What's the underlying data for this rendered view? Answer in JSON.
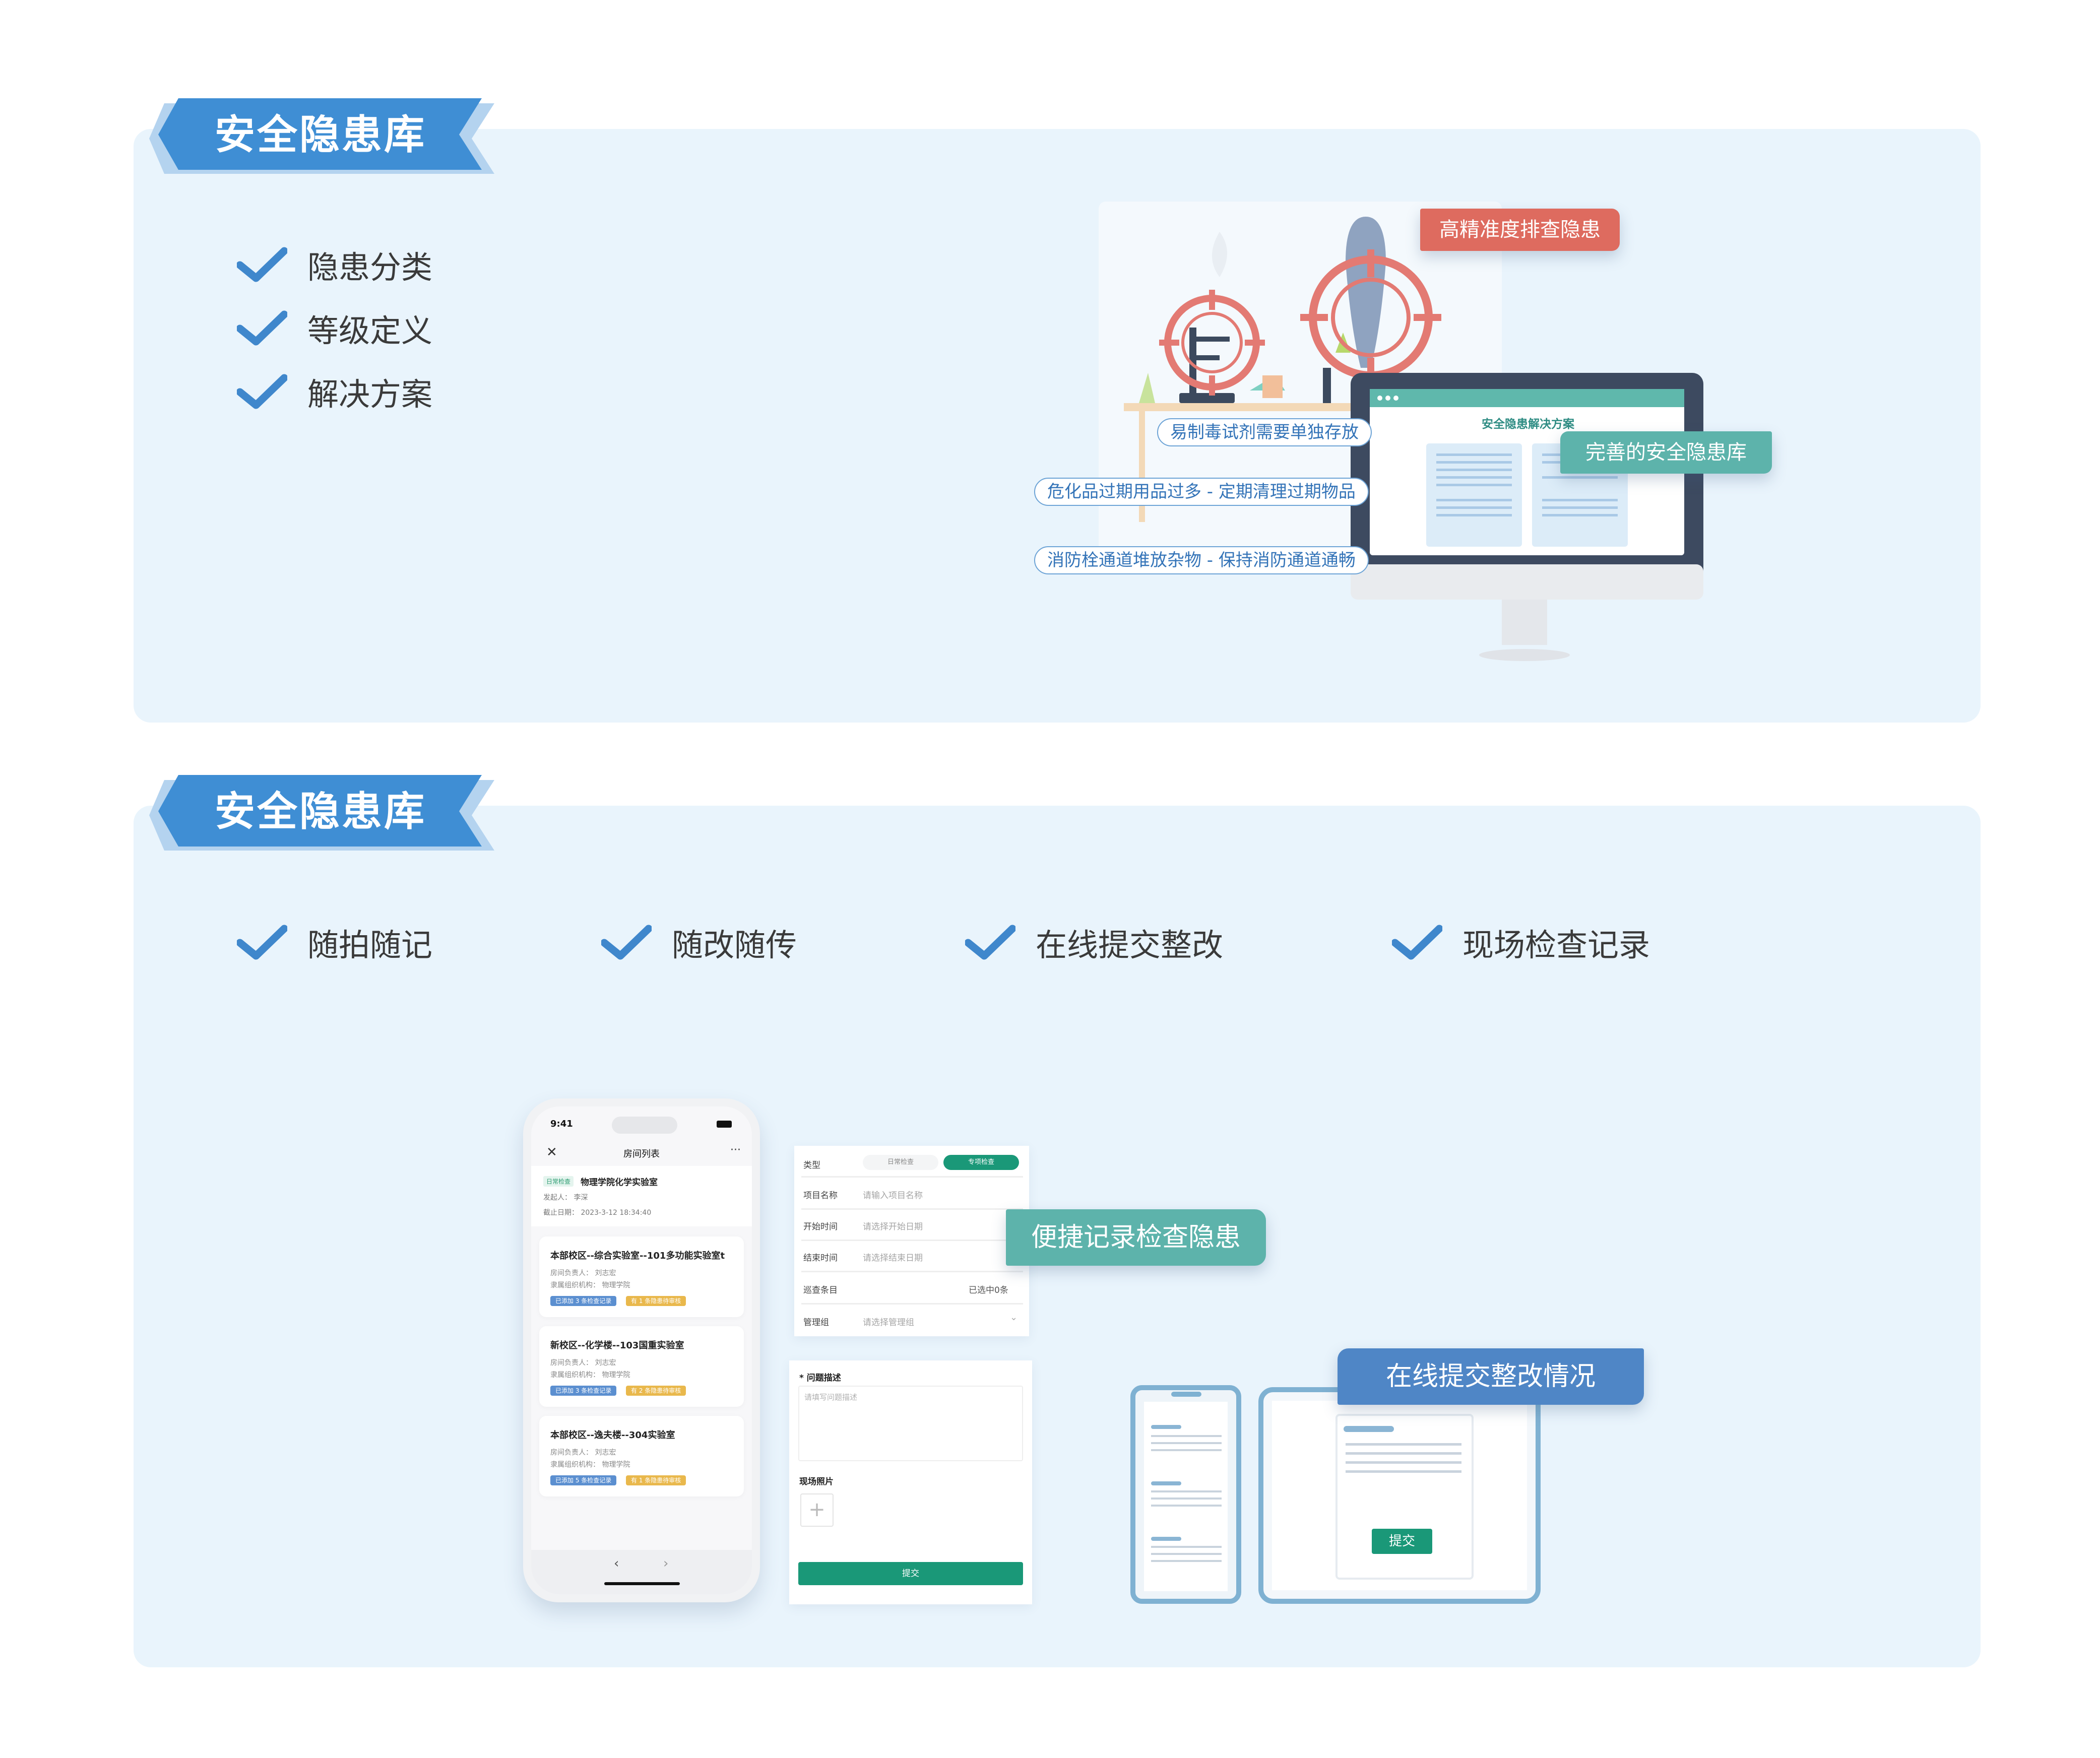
{
  "colors": {
    "panel": "#e9f4fc",
    "ribbon": "#3f8ed4",
    "check": "#3f87cc",
    "teal": "#2ea79a",
    "red_tag": "#de6b5f",
    "blue_tag": "#4f86c6",
    "green_btn": "#1a9878"
  },
  "section1": {
    "title": "安全隐患库",
    "features": [
      {
        "label": "隐患分类",
        "icon": "check-icon"
      },
      {
        "label": "等级定义",
        "icon": "check-icon"
      },
      {
        "label": "解决方案",
        "icon": "check-icon"
      }
    ],
    "illustration": {
      "tag_precision": "高精准度排查隐患",
      "tag_library": "完善的安全隐患库",
      "monitor_title": "安全隐患解决方案",
      "bubbles": [
        "易制毒试剂需要单独存放",
        "危化品过期用品过多 - 定期清理过期物品",
        "消防栓通道堆放杂物 - 保持消防通道通畅"
      ]
    }
  },
  "section2": {
    "title": "安全隐患库",
    "features": [
      {
        "label": "随拍随记",
        "icon": "check-icon"
      },
      {
        "label": "随改随传",
        "icon": "check-icon"
      },
      {
        "label": "在线提交整改",
        "icon": "check-icon"
      },
      {
        "label": "现场检查记录",
        "icon": "check-icon"
      }
    ],
    "phone": {
      "time": "9:41",
      "nav_title": "房间列表",
      "header_badge": "日常检查",
      "header_name": "物理学院化学实验室",
      "initiator": "发起人：  李深",
      "deadline": "截止日期：  2023-3-12 18:34:40",
      "rooms": [
        {
          "title": "本部校区--综合实验室--101多功能实验室t",
          "lines": [
            "房间负责人：  刘志宏",
            "隶属组织机构：  物理学院"
          ],
          "chips": [
            "已添加 3 条检查记录",
            "有 1 条隐患待审核"
          ]
        },
        {
          "title": "新校区--化学楼--103国重实验室",
          "lines": [
            "房间负责人：  刘志宏",
            "隶属组织机构：  物理学院"
          ],
          "chips": [
            "已添加 3 条检查记录",
            "有 2 条隐患待审核"
          ]
        },
        {
          "title": "本部校区--逸夫楼--304实验室",
          "lines": [
            "房间负责人：  刘志宏",
            "隶属组织机构：  物理学院"
          ],
          "chips": [
            "已添加 5 条检查记录",
            "有 1 条隐患待审核"
          ]
        }
      ]
    },
    "form": {
      "type_label": "类型",
      "type_option1": "日常检查",
      "type_option2": "专项检查",
      "rows": [
        {
          "label": "项目名称",
          "value": "请输入项目名称"
        },
        {
          "label": "开始时间",
          "value": "请选择开始日期"
        },
        {
          "label": "结束时间",
          "value": "请选择结束日期"
        },
        {
          "label": "巡查条目",
          "value": "已选中0条"
        },
        {
          "label": "管理组",
          "value": "请选择管理组"
        }
      ],
      "problem_label": "* 问题描述",
      "problem_placeholder": "请填写问题描述",
      "photo_label": "现场照片",
      "submit": "提交"
    },
    "tag_quick": "便捷记录检查隐患",
    "tag_online": "在线提交整改情况",
    "device_submit": "提交"
  }
}
